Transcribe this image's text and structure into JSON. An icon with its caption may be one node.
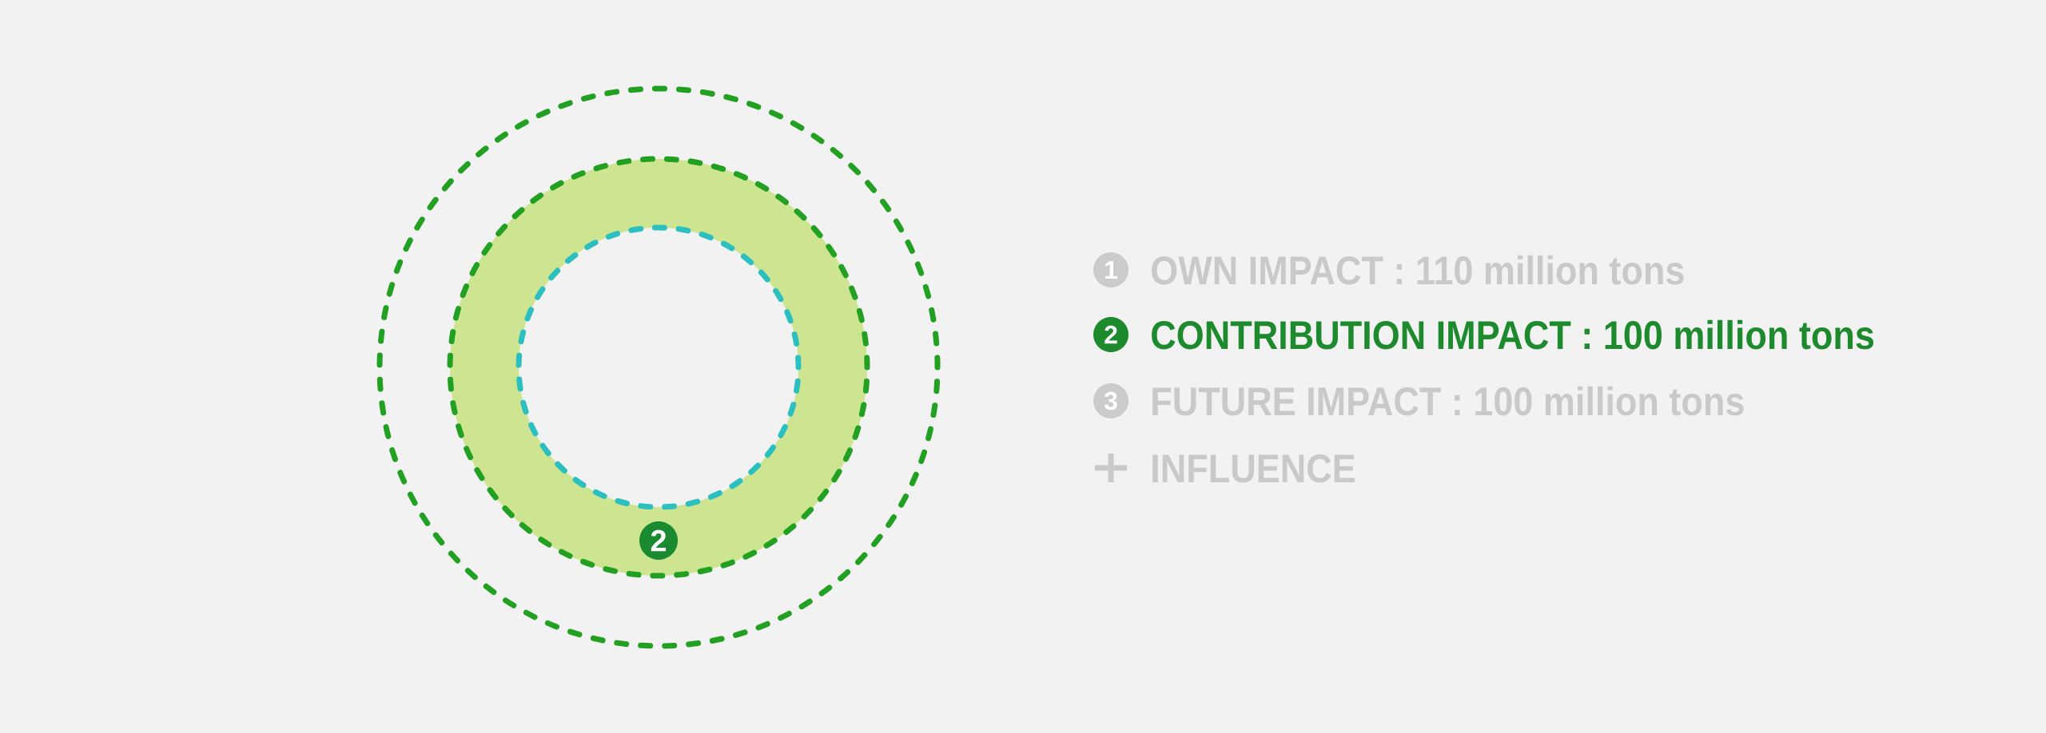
{
  "diagram": {
    "nodes": [
      {
        "text": [],
        "shape": "circle"
      },
      {
        "text": [],
        "shape": "circle",
        "in": 0
      },
      {
        "text": [],
        "shape": "circle",
        "in": 1
      },
      {
        "text": [
          "2"
        ],
        "in": 1
      },
      {
        "text": [
          "1"
        ],
        "beside": [
          "OWN IMPACT : 110 million tons"
        ]
      },
      {
        "text": [
          "2"
        ],
        "beside": [
          "CONTRIBUTION IMPACT : 100 million tons"
        ]
      },
      {
        "text": [
          "3"
        ],
        "beside": [
          "FUTURE IMPACT : 100 million tons"
        ]
      }
    ],
    "labels": [
      "INFLUENCE"
    ]
  }
}
